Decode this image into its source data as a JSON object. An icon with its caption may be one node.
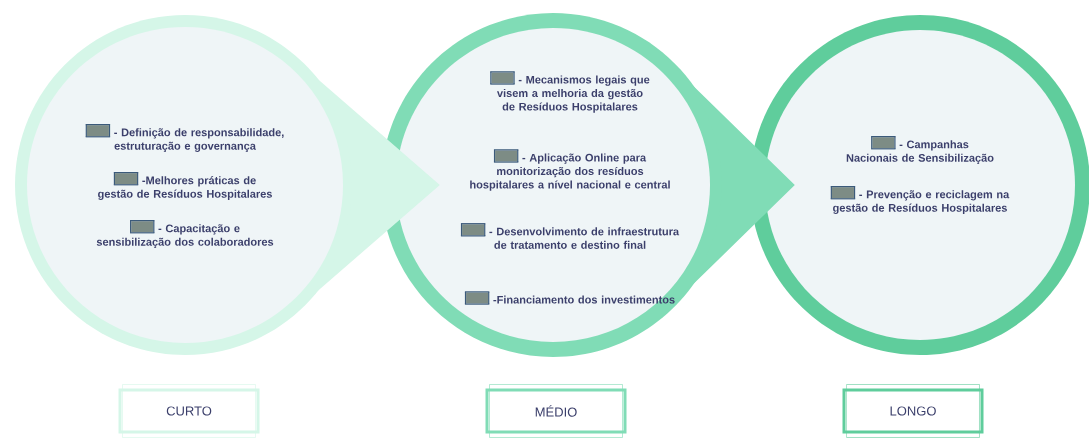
{
  "diagram": {
    "nodes": [
      {
        "text": [
          "- Definição de responsabilidade, estruturação e governança",
          "-Melhores práticas de gestão de Resíduos Hospitalares",
          "- Capacitação e sensibilização dos colaboradores"
        ]
      },
      {
        "text": [
          "- Mecanismos legais que visem a melhoria da gestão de Resíduos Hospitalares",
          "- Aplicação Online para monitorização dos resíduos hospitalares a nível nacional e central",
          "- Desenvolvimento de infraestrutura de tratamento e destino final",
          "-Financiamento dos investimentos"
        ]
      },
      {
        "text": [
          "- Campanhas Nacionais de Sensibilização",
          "- Prevenção e reciclagem na gestão de Resíduos Hospitalares"
        ]
      },
      {
        "text": [
          "CURTO"
        ]
      },
      {
        "text": [
          "MÉDIO"
        ]
      },
      {
        "text": [
          "LONGO"
        ]
      }
    ],
    "edges": [
      {
        "from": 0,
        "to": 1,
        "arrow": "to"
      },
      {
        "from": 1,
        "to": 2,
        "arrow": "to"
      }
    ]
  }
}
